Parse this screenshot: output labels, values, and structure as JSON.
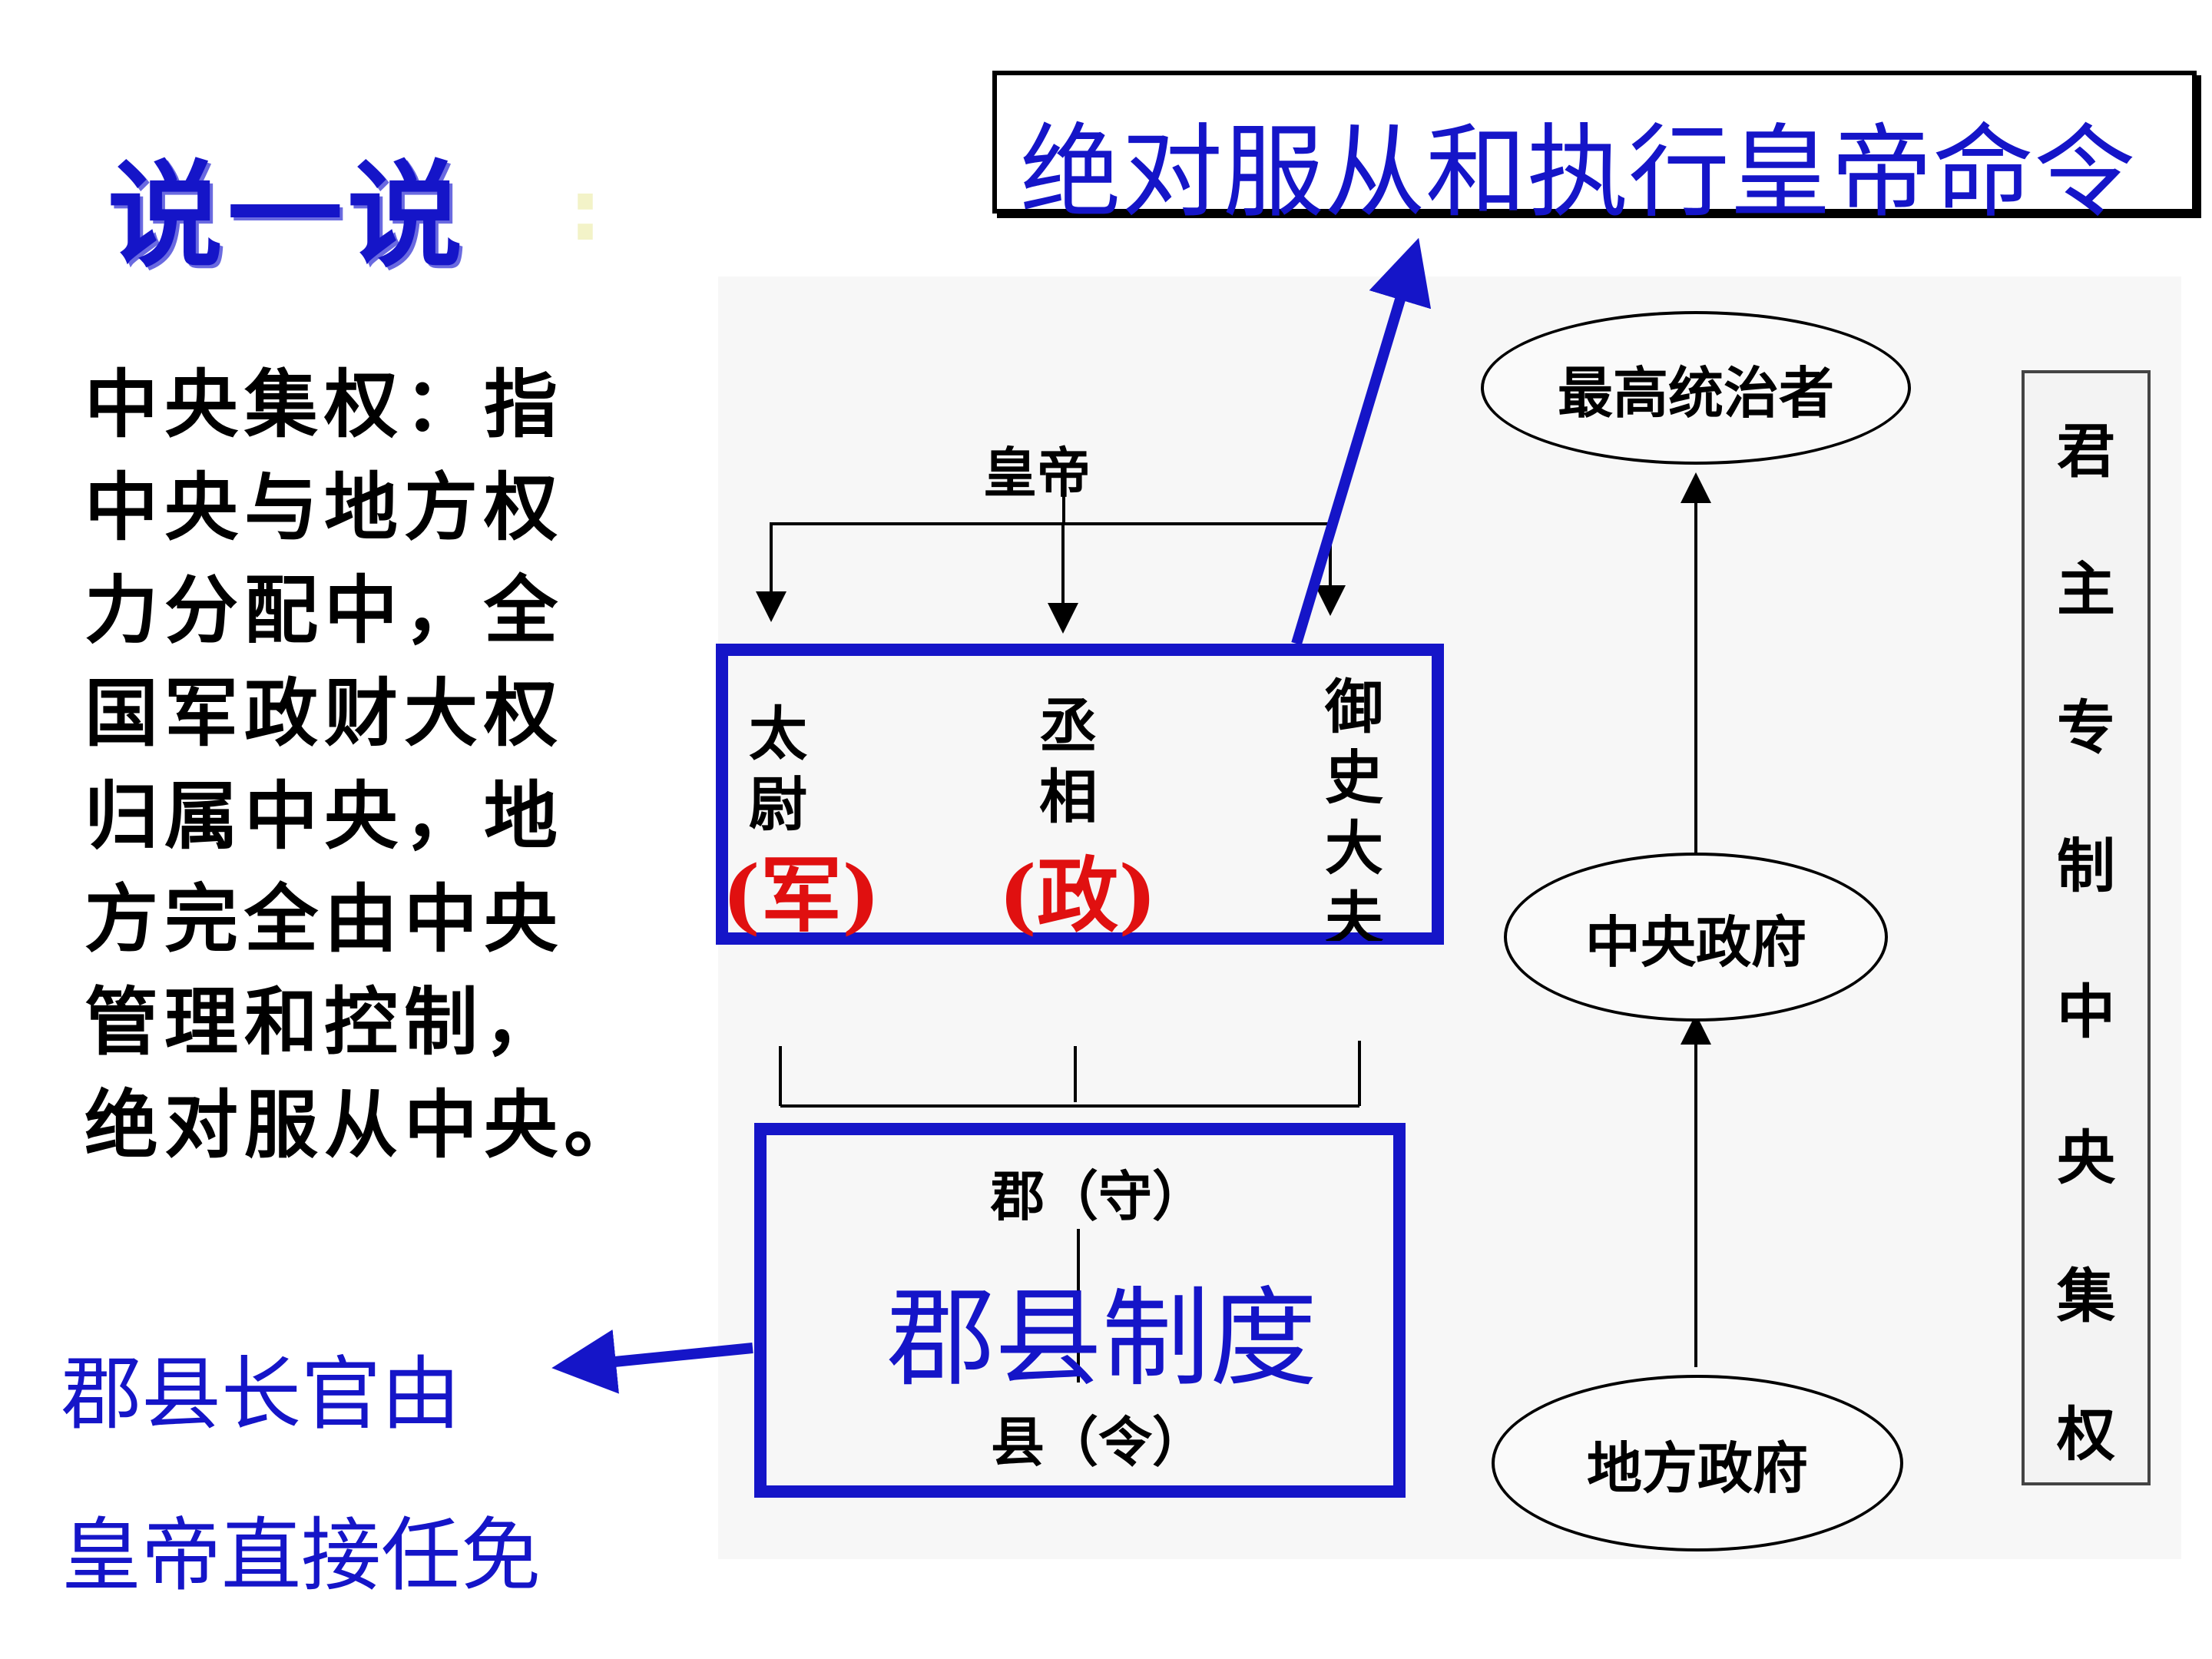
{
  "title": "说一说",
  "title_colon": ":",
  "definition_lines": [
    "中央集权：指",
    "中央与地方权",
    "力分配中，全",
    "国军政财大权",
    "归属中央，地",
    "方完全由中央",
    "管理和控制，",
    "绝对服从中央。"
  ],
  "top_box_text": "绝对服从和执行皇帝命令",
  "emperor": "皇帝",
  "officials": {
    "taiwei": [
      "太",
      "尉"
    ],
    "chengxiang": [
      "丞",
      "相"
    ],
    "yushi": [
      "御",
      "史",
      "大",
      "夫"
    ]
  },
  "army_label": "(军)",
  "gov_label": "(政)",
  "jun_label": "郡（守）",
  "xian_label": "县（令）",
  "junxian_system": "郡县制度",
  "note_lines": [
    "郡县长官由",
    "皇帝直接任免"
  ],
  "ovals": {
    "supreme": "最高统治者",
    "central": "中央政府",
    "local": "地方政府"
  },
  "side_top": [
    "君",
    "主",
    "专",
    "制"
  ],
  "side_bottom": [
    "中",
    "央",
    "集",
    "权"
  ],
  "colors": {
    "blue": "#1515c8",
    "red": "#e01010"
  }
}
